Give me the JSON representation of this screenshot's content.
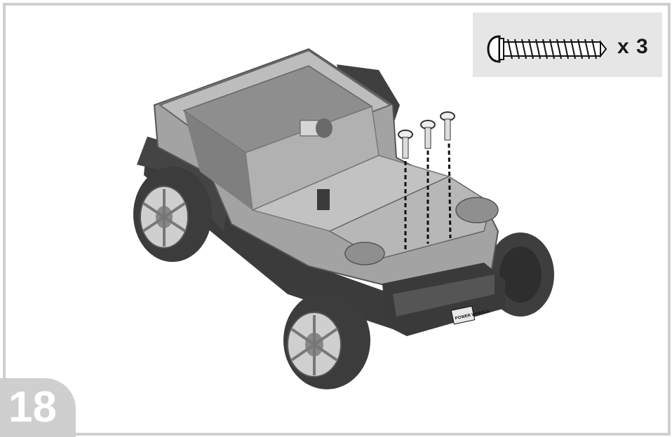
{
  "step": {
    "number": "18"
  },
  "parts": {
    "quantity_label": "x 3",
    "icon": "screw-icon"
  },
  "logo": {
    "text": "POWER WHEELS"
  },
  "colors": {
    "frame": "#cfcfcf",
    "callout_bg": "#e6e6e6",
    "body_gray": "#9a9a9a",
    "dark": "#3a3a3a"
  }
}
